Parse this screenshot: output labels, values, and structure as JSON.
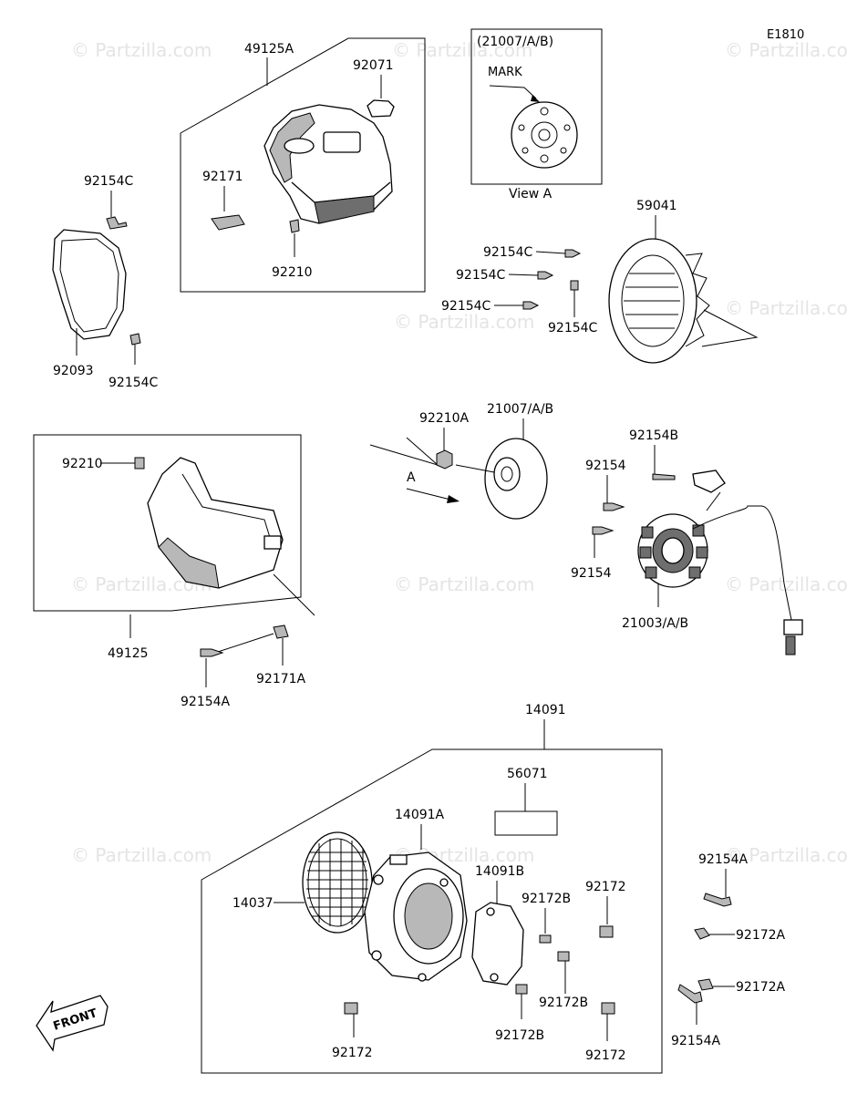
{
  "diagram": {
    "code": "E1810",
    "watermark": "© Partzilla.com",
    "view_box": {
      "ref": "(21007/A/B)",
      "mark": "MARK",
      "caption": "View A"
    },
    "view_arrow": "A",
    "front_label": "FRONT",
    "labels": {
      "p49125A": "49125A",
      "p92071": "92071",
      "p92171": "92171",
      "p92210_top": "92210",
      "p92154C_left_top": "92154C",
      "p92093": "92093",
      "p92154C_left_bot": "92154C",
      "p59041": "59041",
      "p92154C_r1": "92154C",
      "p92154C_r2": "92154C",
      "p92154C_r3": "92154C",
      "p92154C_r4": "92154C",
      "p92210A": "92210A",
      "p21007": "21007/A/B",
      "p92154B": "92154B",
      "p92154_a": "92154",
      "p92154_b": "92154",
      "p21003": "21003/A/B",
      "p92210_mid": "92210",
      "p49125": "49125",
      "p92154A_left": "92154A",
      "p92171A": "92171A",
      "p14091": "14091",
      "p56071": "56071",
      "p14091A": "14091A",
      "p14037": "14037",
      "p14091B": "14091B",
      "p92172B_1": "92172B",
      "p92172_1": "92172",
      "p92172B_2": "92172B",
      "p92172B_3": "92172B",
      "p92172_2": "92172",
      "p92172_3": "92172",
      "p92154A_r1": "92154A",
      "p92172A_1": "92172A",
      "p92172A_2": "92172A",
      "p92154A_r2": "92154A"
    }
  }
}
